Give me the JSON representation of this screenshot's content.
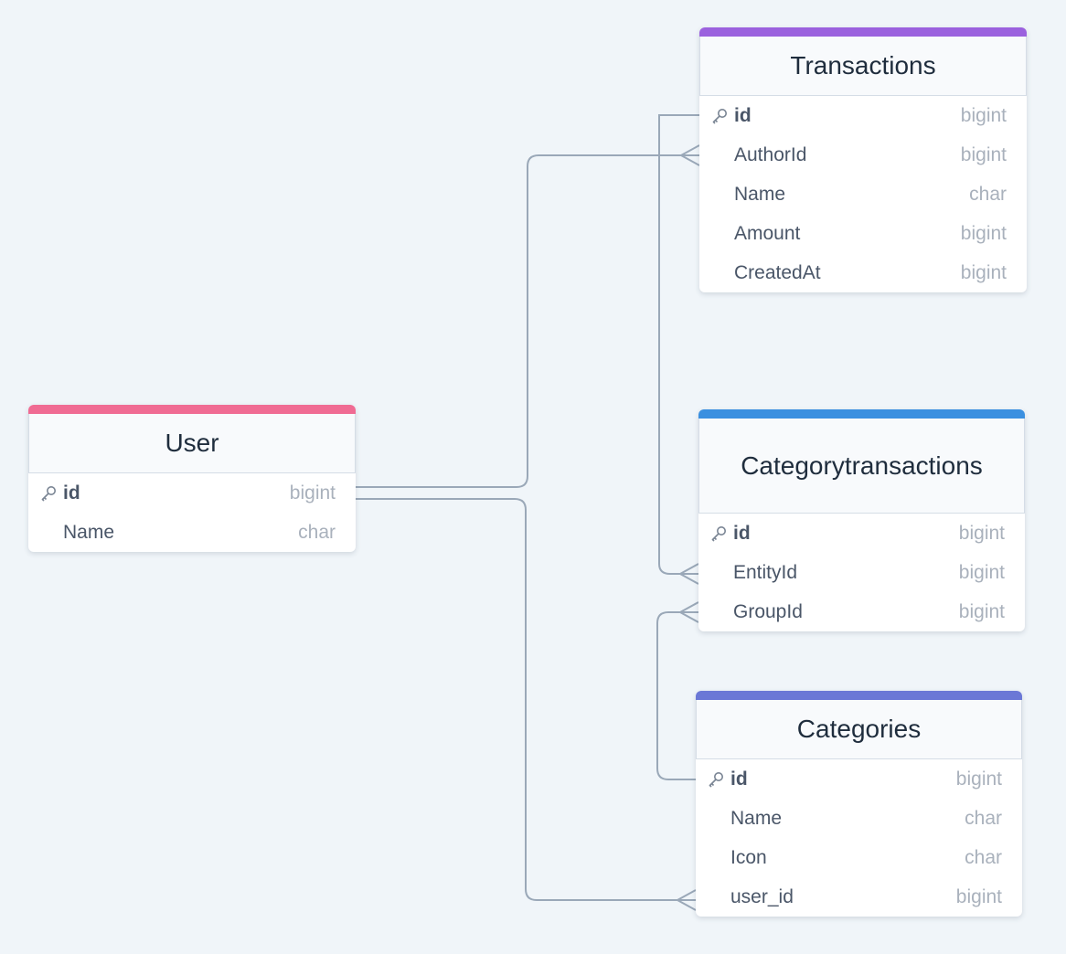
{
  "colors": {
    "background": "#f0f5f9",
    "edge": "#9aa8b8",
    "user_accent": "#f06b93",
    "transactions_accent": "#9b61de",
    "categorytransactions_accent": "#3b90e0",
    "categories_accent": "#6b78d6"
  },
  "tables": {
    "user": {
      "title": "User",
      "rows": [
        {
          "name": "id",
          "type": "bigint",
          "pk": true,
          "icon": "key-icon"
        },
        {
          "name": "Name",
          "type": "char"
        }
      ]
    },
    "transactions": {
      "title": "Transactions",
      "rows": [
        {
          "name": "id",
          "type": "bigint",
          "pk": true,
          "icon": "key-icon"
        },
        {
          "name": "AuthorId",
          "type": "bigint"
        },
        {
          "name": "Name",
          "type": "char"
        },
        {
          "name": "Amount",
          "type": "bigint"
        },
        {
          "name": "CreatedAt",
          "type": "bigint"
        }
      ]
    },
    "categorytransactions": {
      "title": "Categorytransactions",
      "rows": [
        {
          "name": "id",
          "type": "bigint",
          "pk": true,
          "icon": "key-icon"
        },
        {
          "name": "EntityId",
          "type": "bigint"
        },
        {
          "name": "GroupId",
          "type": "bigint"
        }
      ]
    },
    "categories": {
      "title": "Categories",
      "rows": [
        {
          "name": "id",
          "type": "bigint",
          "pk": true,
          "icon": "key-icon"
        },
        {
          "name": "Name",
          "type": "char"
        },
        {
          "name": "Icon",
          "type": "char"
        },
        {
          "name": "user_id",
          "type": "bigint"
        }
      ]
    }
  },
  "relationships": [
    {
      "from": "User.id",
      "to": "Transactions.AuthorId",
      "cardinality": "one-to-many"
    },
    {
      "from": "User.id",
      "to": "Categories.user_id",
      "cardinality": "one-to-many"
    },
    {
      "from": "Transactions.id",
      "to": "Categorytransactions.EntityId",
      "cardinality": "one-to-many"
    },
    {
      "from": "Categories.id",
      "to": "Categorytransactions.GroupId",
      "cardinality": "one-to-many"
    }
  ]
}
